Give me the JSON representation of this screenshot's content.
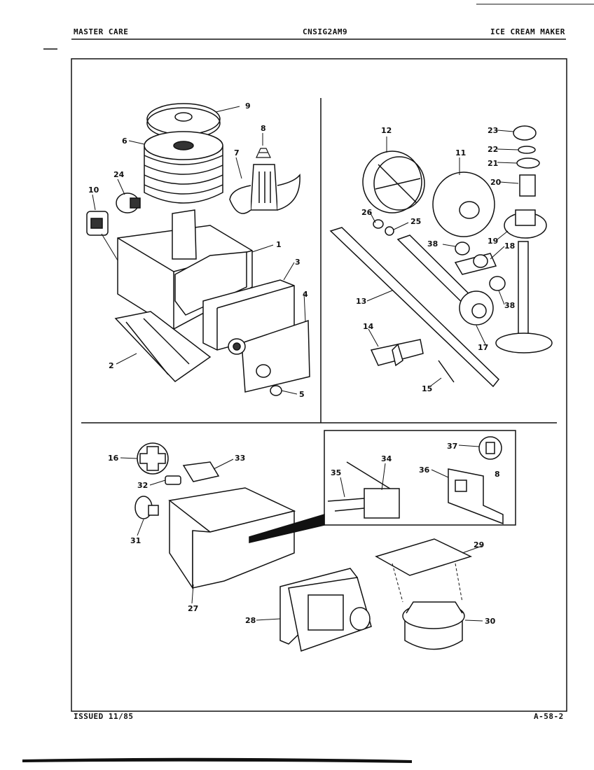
{
  "header": {
    "left": "MASTER CARE",
    "center": "CNSIG2AM9",
    "right": "ICE CREAM MAKER"
  },
  "footer": {
    "left": "ISSUED 11/85",
    "right": "A-58-2"
  },
  "callouts": [
    "1",
    "2",
    "3",
    "4",
    "5",
    "6",
    "7",
    "8",
    "9",
    "10",
    "11",
    "12",
    "13",
    "14",
    "15",
    "16",
    "17",
    "18",
    "19",
    "20",
    "21",
    "22",
    "23",
    "24",
    "25",
    "26",
    "27",
    "28",
    "29",
    "30",
    "31",
    "32",
    "33",
    "34",
    "35",
    "36",
    "37",
    "38",
    "38",
    "8"
  ]
}
